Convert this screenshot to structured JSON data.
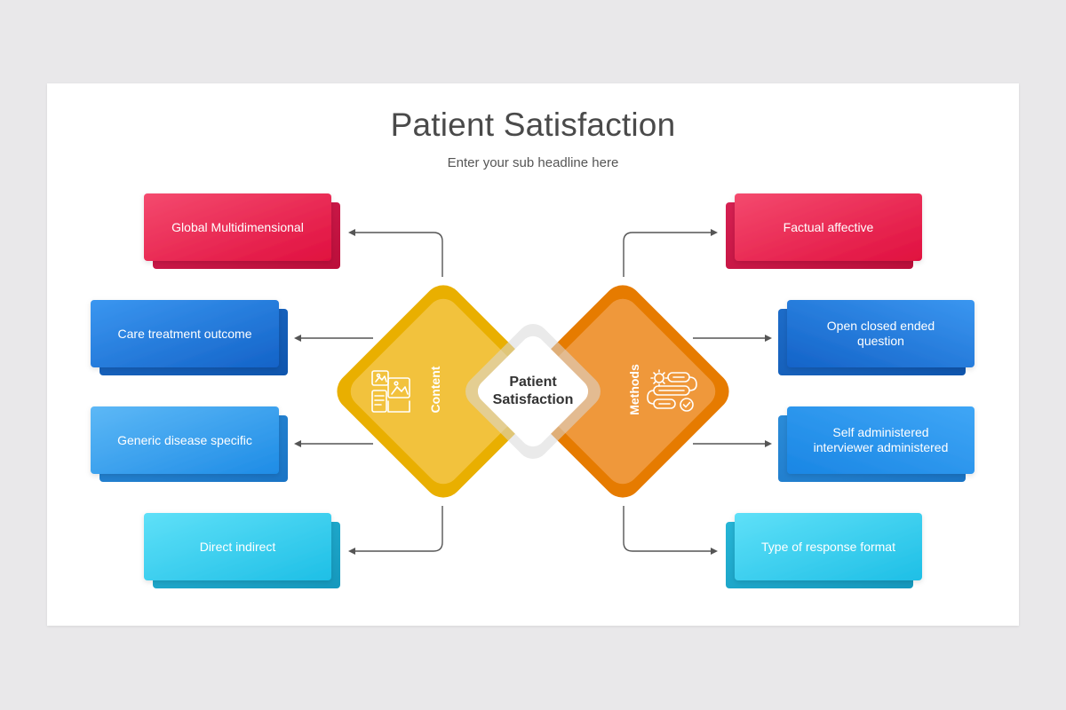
{
  "title": "Patient Satisfaction",
  "subtitle": "Enter your sub headline here",
  "center": {
    "label": "Patient\nSatisfaction"
  },
  "left_hub": {
    "label": "Content",
    "color": "#f2b705",
    "icon": "content-images-icon"
  },
  "right_hub": {
    "label": "Methods",
    "color": "#ef8a07",
    "icon": "workflow-gear-icon"
  },
  "left_boxes": [
    {
      "label": "Global Multidimensional",
      "color": "#e8184c"
    },
    {
      "label": "Care treatment outcome",
      "color": "#1f6fd6"
    },
    {
      "label": "Generic disease specific",
      "color": "#2b8fe8"
    },
    {
      "label": "Direct indirect",
      "color": "#23c4ea"
    }
  ],
  "right_boxes": [
    {
      "label": "Factual affective",
      "color": "#e8184c"
    },
    {
      "label": "Open closed ended\nquestion",
      "color": "#1f6fd6"
    },
    {
      "label": "Self administered\ninterviewer administered",
      "color": "#2b8fe8"
    },
    {
      "label": "Type of response format",
      "color": "#23c4ea"
    }
  ]
}
